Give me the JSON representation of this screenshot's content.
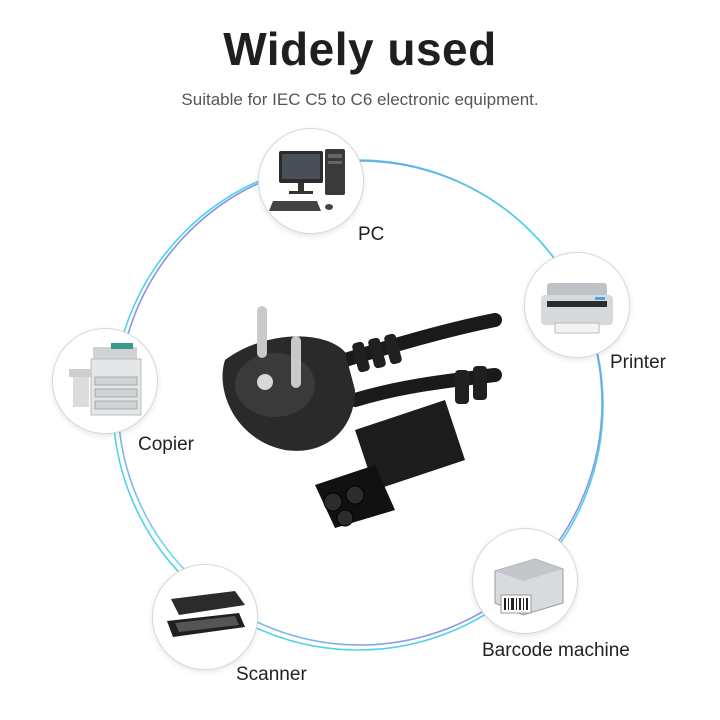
{
  "header": {
    "title": "Widely used",
    "subtitle": "Suitable for IEC C5 to C6 electronic equipment."
  },
  "devices": {
    "pc": {
      "label": "PC",
      "icon": "pc-icon"
    },
    "printer": {
      "label": "Printer",
      "icon": "printer-icon"
    },
    "copier": {
      "label": "Copier",
      "icon": "copier-icon"
    },
    "barcode": {
      "label": "Barcode machine",
      "icon": "barcode-printer-icon"
    },
    "scanner": {
      "label": "Scanner",
      "icon": "scanner-icon"
    }
  },
  "product": {
    "icon": "power-cord-plug-icon"
  },
  "colors": {
    "ring_cyan": "#4fd3e8",
    "ring_purple": "#7b4fd6",
    "text": "#222222"
  }
}
